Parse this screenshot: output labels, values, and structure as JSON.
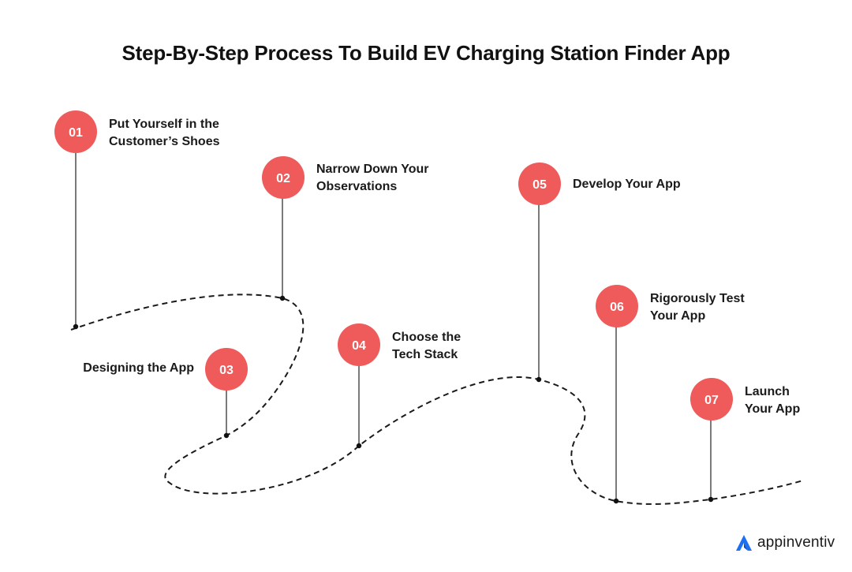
{
  "title": "Step-By-Step Process To Build EV Charging Station Finder App",
  "colors": {
    "marker": "#ef5a5a",
    "marker_text": "#ffffff",
    "line": "#1a1a1a",
    "brand_accent": "#1e6ff1"
  },
  "steps": [
    {
      "number": "01",
      "lines": [
        "Put Yourself in the",
        "Customer’s Shoes"
      ]
    },
    {
      "number": "02",
      "lines": [
        "Narrow Down Your",
        "Observations"
      ]
    },
    {
      "number": "03",
      "lines": [
        "Designing the App"
      ]
    },
    {
      "number": "04",
      "lines": [
        "Choose the",
        "Tech Stack"
      ]
    },
    {
      "number": "05",
      "lines": [
        "Develop Your App"
      ]
    },
    {
      "number": "06",
      "lines": [
        "Rigorously Test",
        "Your App"
      ]
    },
    {
      "number": "07",
      "lines": [
        "Launch",
        "Your App"
      ]
    }
  ],
  "brand": {
    "name": "appinventiv",
    "icon": "appinventiv-logo-icon"
  }
}
